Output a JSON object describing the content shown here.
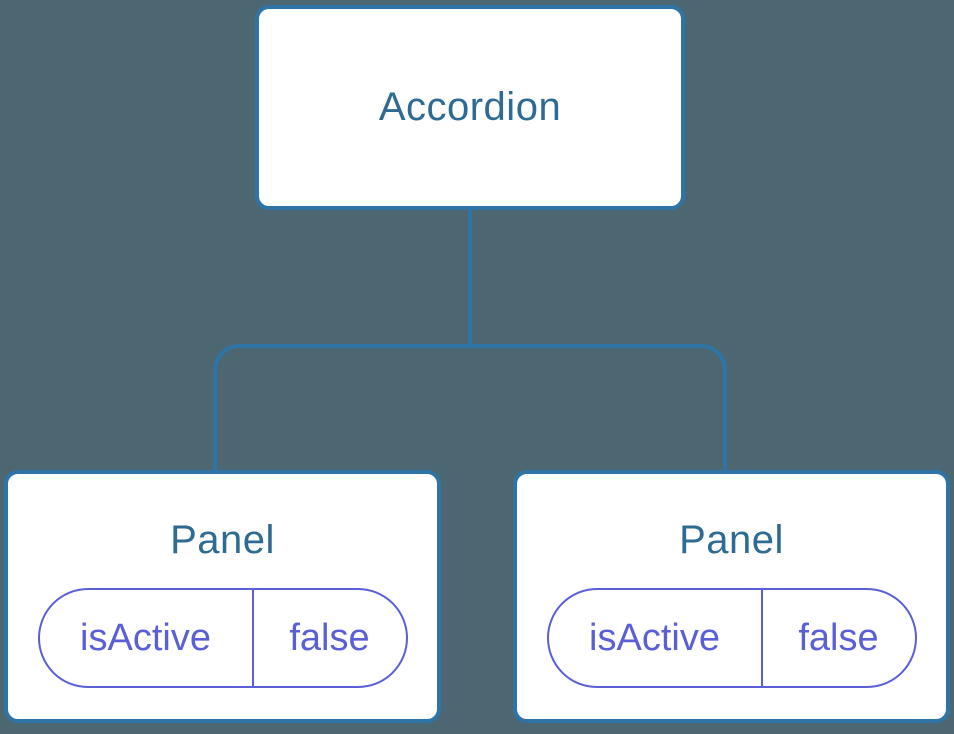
{
  "diagram": {
    "root": {
      "label": "Accordion"
    },
    "children": [
      {
        "label": "Panel",
        "state": {
          "key": "isActive",
          "value": "false"
        }
      },
      {
        "label": "Panel",
        "state": {
          "key": "isActive",
          "value": "false"
        }
      }
    ]
  },
  "colors": {
    "background": "#4c6771",
    "node_fill": "#ffffff",
    "node_border": "#2e74a6",
    "node_text": "#2d6b93",
    "connector": "#2e74a6",
    "state_accent": "#5a5fd6"
  }
}
